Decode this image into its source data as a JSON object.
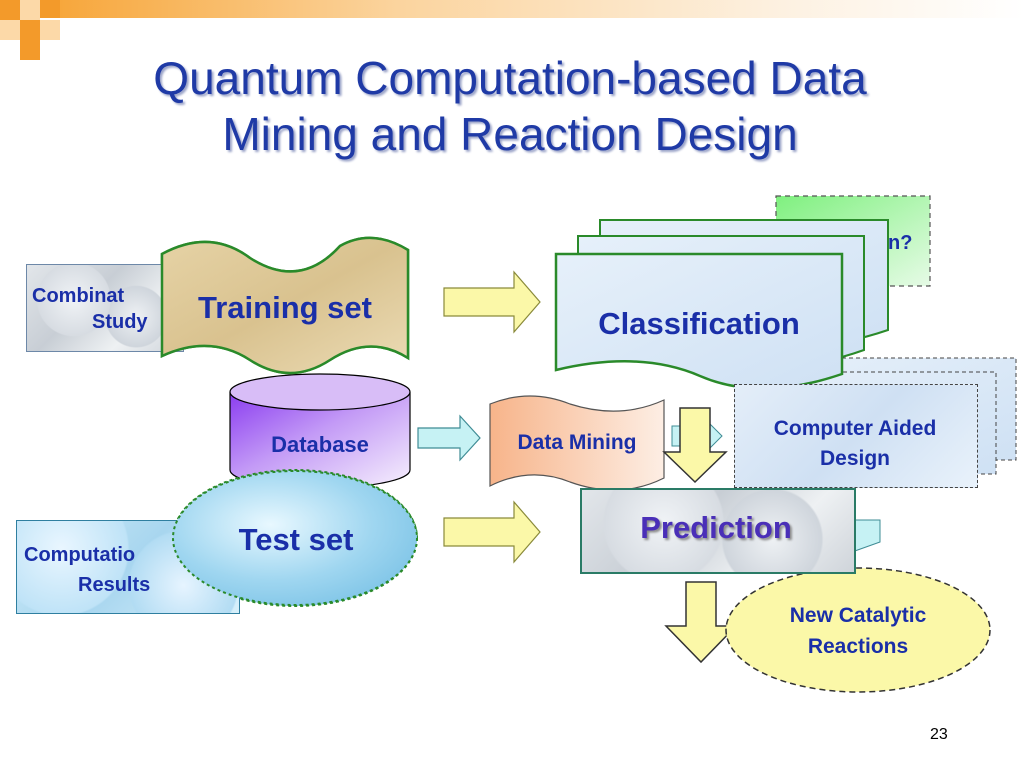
{
  "slide": {
    "title_line1": "Quantum Computation-based Data",
    "title_line2": "Mining and Reaction Design",
    "page_number": "23"
  },
  "nodes": {
    "combinatorial": "Combinat",
    "combinatorial_line2": "Study",
    "training_set": "Training set",
    "classification": "Classification",
    "back_green_tail": "n?",
    "database": "Database",
    "data_mining": "Data Mining",
    "computer_aided_design_line1": "Computer Aided",
    "computer_aided_design_line2": "Design",
    "test_set": "Test set",
    "computational_results_line1": "Computatio",
    "computational_results_line2": "Results",
    "prediction": "Prediction",
    "new_catalytic_line1": "New Catalytic",
    "new_catalytic_line2": "Reactions"
  }
}
